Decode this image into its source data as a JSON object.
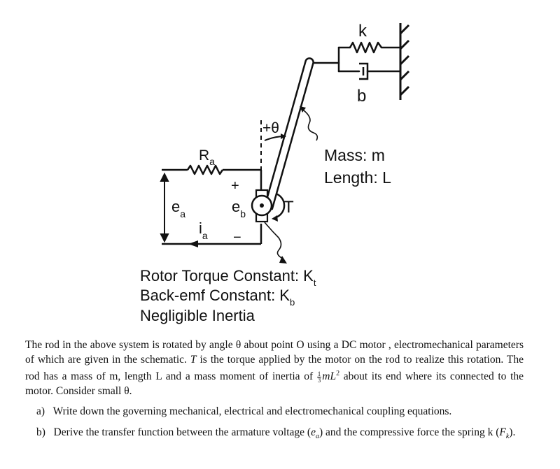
{
  "diagram": {
    "spring_label": "k",
    "damper_label": "b",
    "angle_label": "+θ",
    "resistor_label": "R",
    "resistor_sub": "a",
    "plus_sign": "+",
    "minus_sign": "−",
    "voltage_label": "e",
    "voltage_sub": "a",
    "backemf_label": "e",
    "backemf_sub": "b",
    "current_label": "i",
    "current_sub": "a",
    "torque_label": "T",
    "mass_label": "Mass: m",
    "length_label": "Length: L",
    "torque_const_label": "Rotor Torque Constant: K",
    "torque_const_sub": "t",
    "backemf_const_label": "Back-emf Constant: K",
    "backemf_const_sub": "b",
    "inertia_label": "Negligible Inertia"
  },
  "problem": {
    "intro_1": "The rod in the above system is rotated by angle θ about point O using a DC motor , electromechanical parameters of which are given in the schematic. ",
    "intro_T": "T",
    "intro_2": " is the torque applied by the motor on the rod to realize this rotation. The rod has a mass of m, length L and a mass moment of inertia of ",
    "frac_num": "1",
    "frac_den": "3",
    "inertia_expr": "mL",
    "inertia_exp": "2",
    "intro_3": " about its end where its connected to the motor. Consider small θ.",
    "qa_marker": "a)",
    "qa_text": "Write down the governing mechanical, electrical and electromechanical coupling equations.",
    "qb_marker": "b)",
    "qb_text_1": "Derive the transfer function between the armature voltage (",
    "qb_var": "e",
    "qb_var_sub": "a",
    "qb_text_2": ") and the compressive force the spring k (",
    "qb_force": "F",
    "qb_force_sub": "k",
    "qb_text_3": ")."
  }
}
